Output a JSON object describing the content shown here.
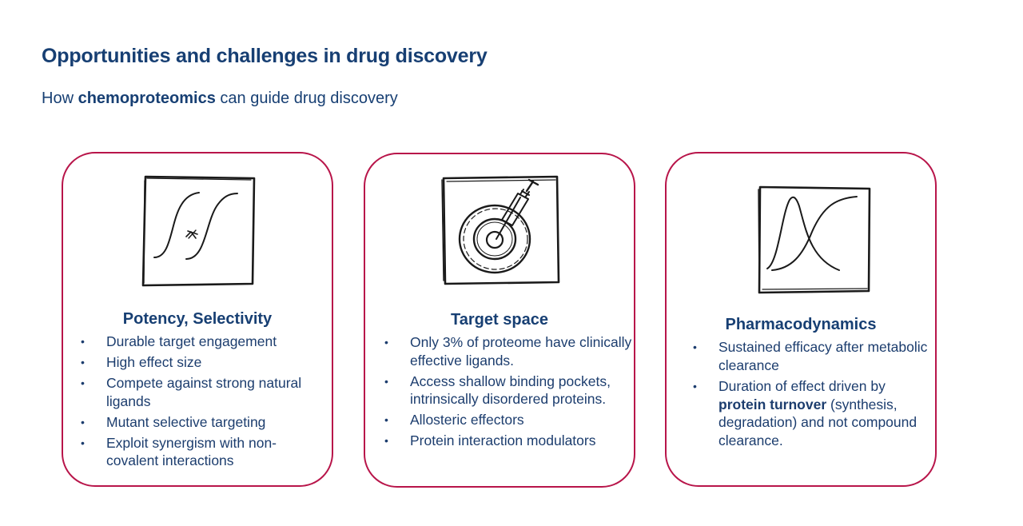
{
  "slide": {
    "title": "Opportunities and challenges in drug discovery",
    "subtitle_prefix": "How ",
    "subtitle_bold": "chemoproteomics",
    "subtitle_suffix": " can guide drug discovery"
  },
  "cards": [
    {
      "heading": "Potency, Selectivity",
      "icon": "dose-response-curves-sketch-icon",
      "bullets": [
        "Durable target engagement",
        "High effect size",
        "Compete against strong natural ligands",
        "Mutant selective targeting",
        "Exploit synergism with non-covalent interactions"
      ]
    },
    {
      "heading": "Target space",
      "icon": "target-with-syringe-sketch-icon",
      "bullets": [
        "Only 3% of proteome have clinically effective ligands.",
        "Access shallow binding pockets, intrinsically disordered proteins.",
        "Allosteric effectors",
        "Protein interaction modulators"
      ]
    },
    {
      "heading": "Pharmacodynamics",
      "icon": "pk-pd-crossing-curves-sketch-icon",
      "bullets": [
        "Sustained efficacy after metabolic clearance",
        {
          "prefix": "Duration of effect driven by ",
          "bold": "protein turnover",
          "suffix": " (synthesis, degradation) and not compound clearance."
        }
      ]
    }
  ],
  "colors": {
    "title": "#173f73",
    "body_text": "#1c3d6e",
    "card_border": "#b8154a",
    "sketch_ink": "#1a1a1a"
  }
}
